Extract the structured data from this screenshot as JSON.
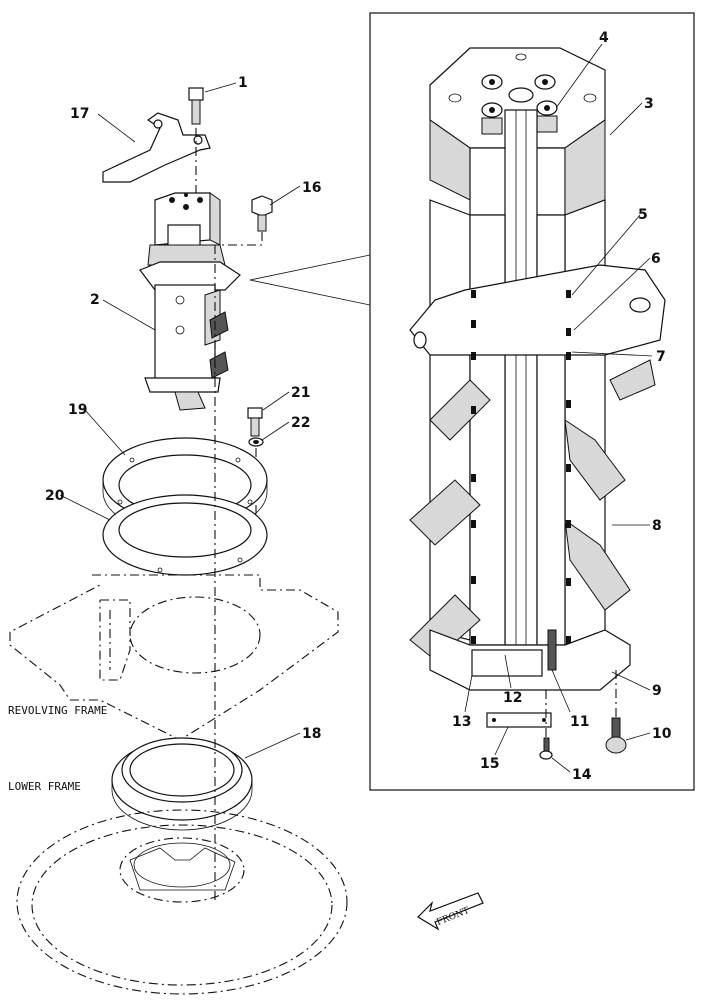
{
  "callouts": {
    "c1": "1",
    "c2": "2",
    "c3": "3",
    "c4": "4",
    "c5": "5",
    "c6": "6",
    "c7": "7",
    "c8": "8",
    "c9": "9",
    "c10": "10",
    "c11": "11",
    "c12": "12",
    "c13": "13",
    "c14": "14",
    "c15": "15",
    "c16": "16",
    "c17": "17",
    "c18": "18",
    "c19": "19",
    "c20": "20",
    "c21": "21",
    "c22": "22"
  },
  "labels": {
    "revolving_frame": "REVOLVING FRAME",
    "lower_frame": "LOWER FRAME",
    "front": "FRONT"
  }
}
